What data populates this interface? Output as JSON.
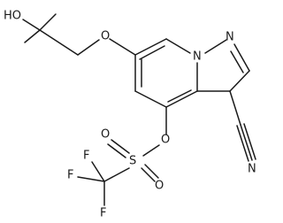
{
  "molecule": {
    "atoms": {
      "hydroxyl": "HO",
      "ether_o": "O",
      "ring_n1": "N",
      "ring_n2": "N",
      "triflate_o": "O",
      "sulfur": "S",
      "sulfonyl_o_left": "O",
      "sulfonyl_o_right": "O",
      "fluorine_left": "F",
      "fluorine_top": "F",
      "fluorine_bottom": "F",
      "nitrile_n": "N"
    }
  }
}
